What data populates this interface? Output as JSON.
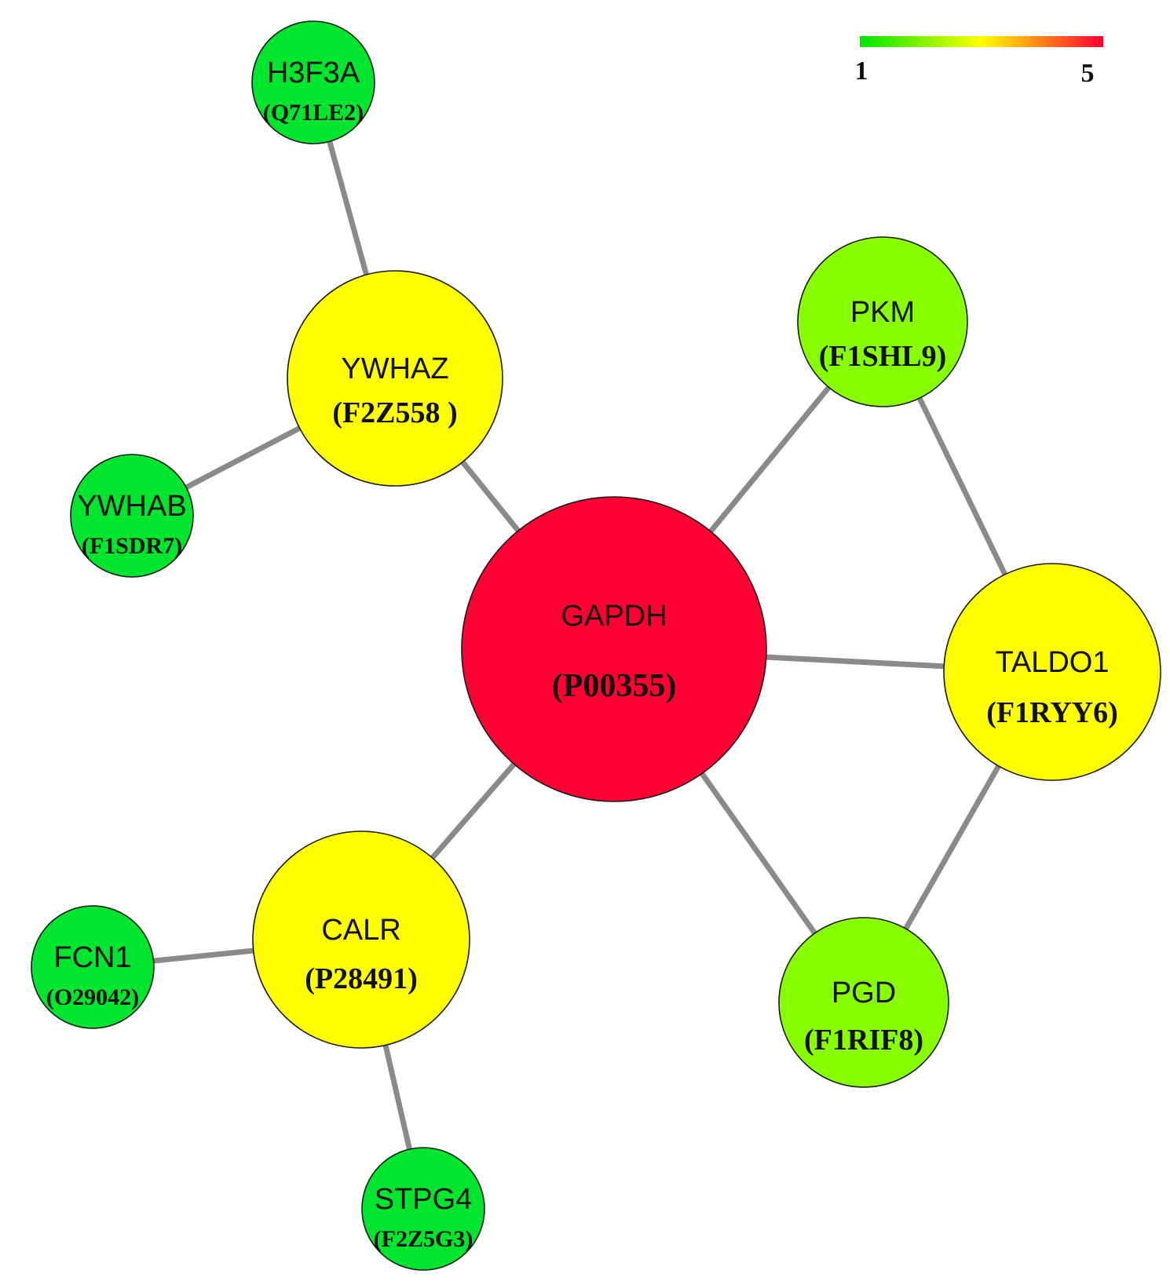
{
  "legend": {
    "min_label": "1",
    "max_label": "5",
    "gradient_colors": [
      "#00e600",
      "#ffff00",
      "#ff0033"
    ]
  },
  "colors": {
    "red": "#ff0033",
    "yellow": "#ffff00",
    "lime": "#88ff00",
    "green": "#00e62e",
    "edge": "#8a8a8a"
  },
  "nodes": [
    {
      "id": "gapdh",
      "gene": "GAPDH",
      "accession": "(P00355)",
      "level": 5,
      "color": "red"
    },
    {
      "id": "ywhaz",
      "gene": "YWHAZ",
      "accession": "(F2Z558 )",
      "level": 3,
      "color": "yellow"
    },
    {
      "id": "taldo1",
      "gene": "TALDO1",
      "accession": "(F1RYY6)",
      "level": 3,
      "color": "yellow"
    },
    {
      "id": "calr",
      "gene": "CALR",
      "accession": "(P28491)",
      "level": 3,
      "color": "yellow"
    },
    {
      "id": "pkm",
      "gene": "PKM",
      "accession": "(F1SHL9)",
      "level": 2,
      "color": "lime"
    },
    {
      "id": "pgd",
      "gene": "PGD",
      "accession": "(F1RIF8)",
      "level": 2,
      "color": "lime"
    },
    {
      "id": "h3f3a",
      "gene": "H3F3A",
      "accession": "(Q71LE2)",
      "level": 1,
      "color": "green"
    },
    {
      "id": "ywhab",
      "gene": "YWHAB",
      "accession": "(F1SDR7)",
      "level": 1,
      "color": "green"
    },
    {
      "id": "fcn1",
      "gene": "FCN1",
      "accession": "(O29042)",
      "level": 1,
      "color": "green"
    },
    {
      "id": "stpg4",
      "gene": "STPG4",
      "accession": "(F2Z5G3)",
      "level": 1,
      "color": "green"
    }
  ],
  "edges": [
    {
      "source": "h3f3a",
      "target": "ywhaz"
    },
    {
      "source": "ywhaz",
      "target": "ywhab"
    },
    {
      "source": "ywhaz",
      "target": "gapdh"
    },
    {
      "source": "gapdh",
      "target": "pkm"
    },
    {
      "source": "pkm",
      "target": "taldo1"
    },
    {
      "source": "gapdh",
      "target": "taldo1"
    },
    {
      "source": "gapdh",
      "target": "pgd"
    },
    {
      "source": "taldo1",
      "target": "pgd"
    },
    {
      "source": "gapdh",
      "target": "calr"
    },
    {
      "source": "calr",
      "target": "fcn1"
    },
    {
      "source": "calr",
      "target": "stpg4"
    }
  ]
}
